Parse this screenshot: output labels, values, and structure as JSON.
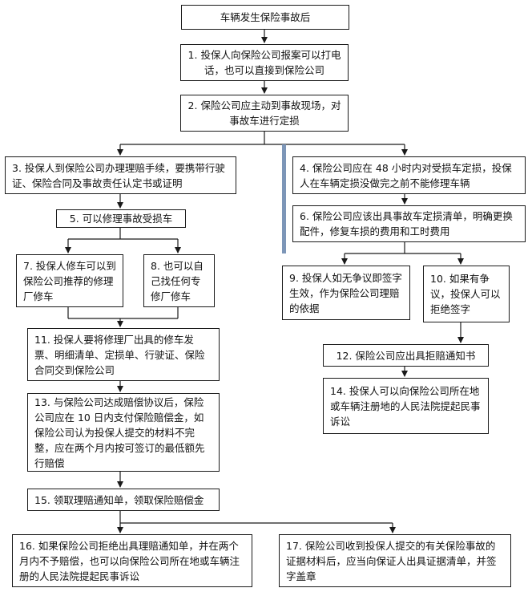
{
  "flowchart": {
    "start": "车辆发生保险事故后",
    "steps": {
      "s1": "1. 投保人向保险公司报案可以打电话，也可以直接到保险公司",
      "s2": "2. 保险公司应主动到事故现场，对事故车进行定损",
      "s3": "3. 投保人到保险公司办理理赔手续，要携带行驶证、保险合同及事故责任认定书或证明",
      "s4": "4. 保险公司应在 48 小时内对受损车定损，投保人在车辆定损没做完之前不能修理车辆",
      "s5": "5. 可以修理事故受损车",
      "s6": "6. 保险公司应该出具事故车定损清单，明确更换配件，修复车损的费用和工时费用",
      "s7": "7. 投保人修车可以到保险公司推荐的修理厂修车",
      "s8": "8. 也可以自己找任何专修厂修车",
      "s9": "9. 投保人如无争议即签字生效，作为保险公司理赔的依据",
      "s10": "10. 如果有争议，投保人可以拒绝签字",
      "s11": "11. 投保人要将修理厂出具的修车发票、明细清单、定损单、行驶证、保险合同交到保险公司",
      "s12": "12. 保险公司应出具拒赔通知书",
      "s13": "13. 与保险公司达成赔偿协议后，保险公司应在 10 日内支付保险赔偿金，如保险公司认为投保人提交的材料不完整，应在两个月内按可签订的最低额先行赔偿",
      "s14": "14. 投保人可以向保险公司所在地或车辆注册地的人民法院提起民事诉讼",
      "s15": "15. 领取理赔通知单，领取保险赔偿金",
      "s16": "16. 如果保险公司拒绝出具理赔通知单，并在两个月内不予赔偿，也可以向保险公司所在地或车辆注册的人民法院提起民事诉讼",
      "s17": "17. 保险公司收到投保人提交的有关保险事故的证据材料后，应当向保证人出具证据清单，并签字盖章"
    }
  },
  "colors": {
    "line": "#1a1a1a",
    "divider": "#7d96b8"
  }
}
